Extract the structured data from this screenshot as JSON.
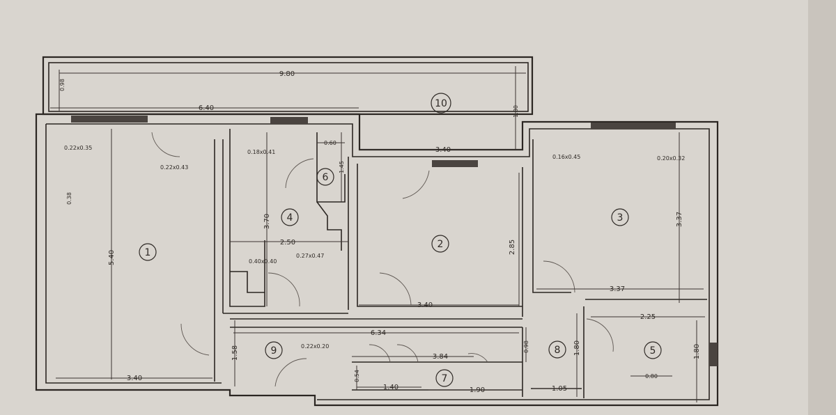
{
  "rooms": [
    {
      "id": "room-1",
      "number": "1"
    },
    {
      "id": "room-2",
      "number": "2"
    },
    {
      "id": "room-3",
      "number": "3"
    },
    {
      "id": "room-4",
      "number": "4"
    },
    {
      "id": "room-5",
      "number": "5"
    },
    {
      "id": "room-6",
      "number": "6"
    },
    {
      "id": "room-7",
      "number": "7"
    },
    {
      "id": "room-8",
      "number": "8"
    },
    {
      "id": "room-9",
      "number": "9"
    },
    {
      "id": "room-10",
      "number": "10"
    }
  ],
  "dimensions": {
    "balcony_length": "9.80",
    "balcony_depth_left": "0.98",
    "balcony_depth_right": "1.80",
    "top_length": "6.40",
    "balcony_inner": "3.40",
    "room1_height": "5.40",
    "room1_width": "3.40",
    "room1_niche": "0.22x0.35",
    "room1_niche_door": "0.22x0.43",
    "room1_pillar": "0.38",
    "room4_niche": "0.18x0.41",
    "room4_height": "3.70",
    "room4_width": "2.50",
    "room4_niche2": "0.27x0.47",
    "room4_niche3": "0.40x0.40",
    "room6_width": "0.60",
    "room6_height": "1.45",
    "room2_height": "2.85",
    "room2_width": "3.40",
    "room3_niche_left": "0.16x0.45",
    "room3_niche_right": "0.20x0.32",
    "room3_height": "3.37",
    "room3_width": "3.37",
    "hall_length": "6.34",
    "hall_height": "1.58",
    "hall_niche": "0.22x0.20",
    "room7_length": "3.84",
    "room7_left": "1.40",
    "room7_right": "1.90",
    "room7_depth": "0.54",
    "room8_top": "0.98",
    "room8_height": "1.80",
    "room8_width": "1.05",
    "room5_width": "2.25",
    "room5_height": "1.80",
    "room5_inner": "0.80"
  }
}
